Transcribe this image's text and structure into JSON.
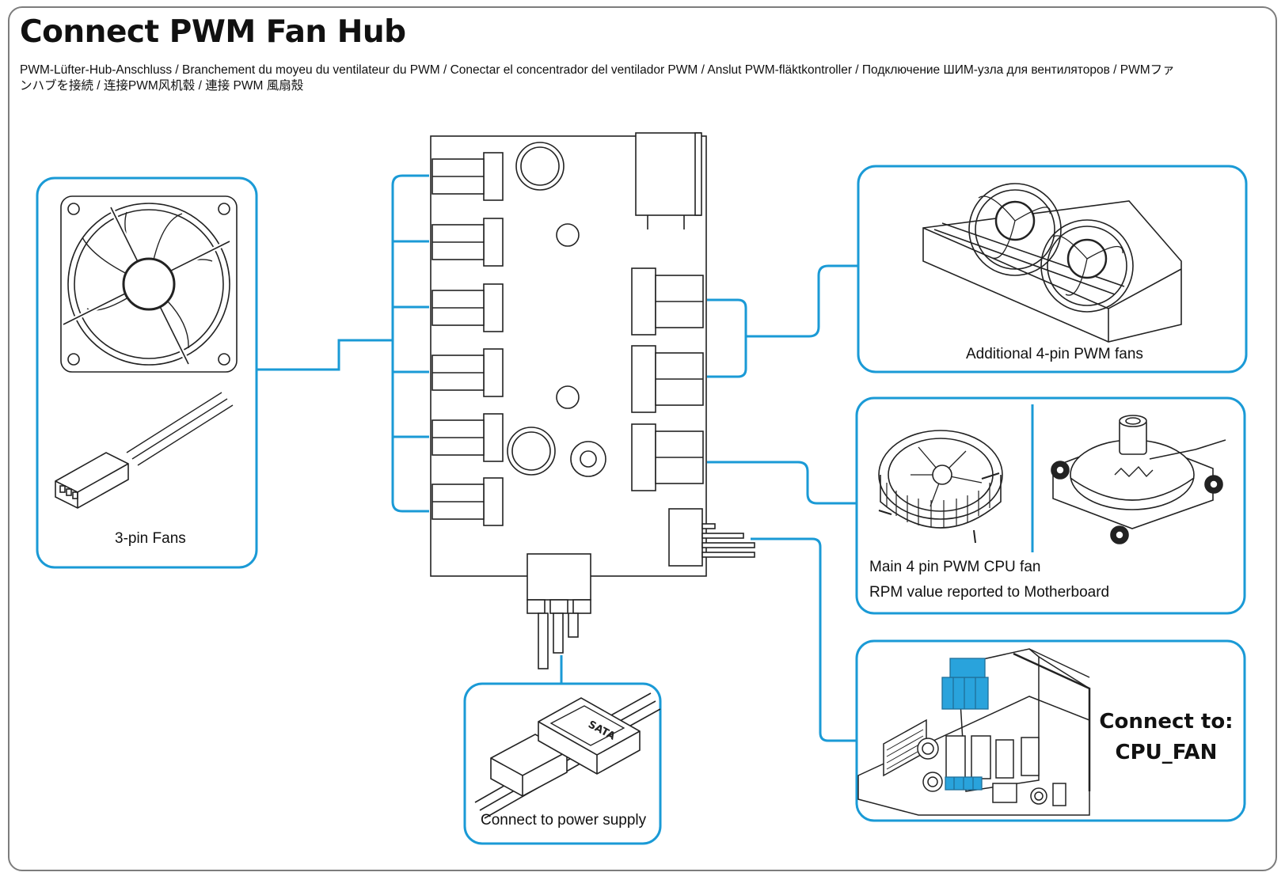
{
  "header": {
    "title": "Connect PWM Fan Hub",
    "subtitle": "PWM-Lüfter-Hub-Anschluss / Branchement du moyeu du ventilateur du PWM / Conectar el concentrador del ventilador PWM / Anslut PWM-fläktkontroller / Подключение ШИМ-узла для вентиляторов / PWMファンハブを接続 / 连接PWM风机毂 / 連接 PWM 風扇殼"
  },
  "panels": {
    "three_pin_fans": {
      "label": "3-pin Fans"
    },
    "additional_pwm_fans": {
      "label": "Additional  4-pin PWM fans"
    },
    "cpu_fan": {
      "line1": "Main 4 pin PWM CPU fan",
      "line2": "RPM value reported to Motherboard"
    },
    "power_supply": {
      "label": "Connect to power supply",
      "connector_text": "SATA"
    },
    "motherboard": {
      "line1": "Connect to:",
      "line2": "CPU_FAN"
    }
  },
  "colors": {
    "accent": "#1a9ad6",
    "line_art": "#222222",
    "frame": "#7d7d7d",
    "header_highlight": "#29a3dc"
  }
}
